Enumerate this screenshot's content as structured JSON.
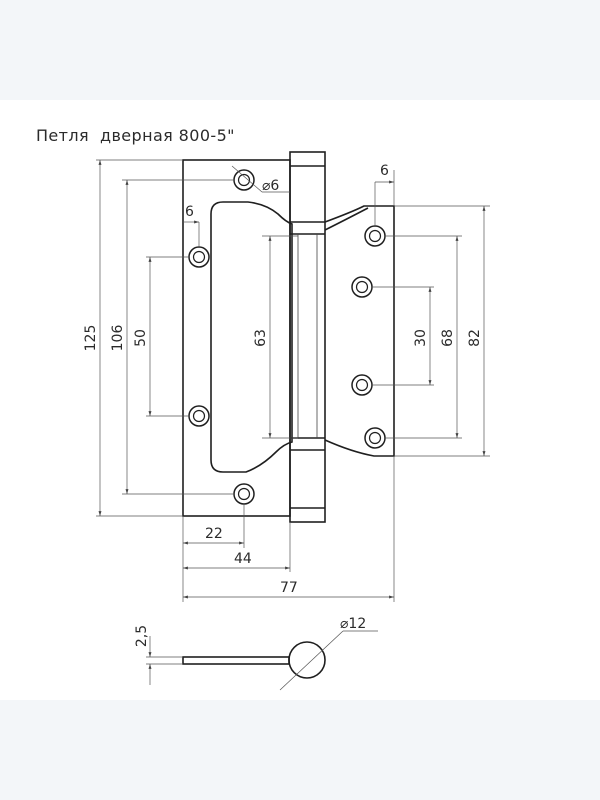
{
  "title": "Петля  дверная 800-5\"",
  "dimensions": {
    "total_height": "125",
    "outer_holes_span": "106",
    "inner_holes_span": "50",
    "edge_offset_left": "6",
    "hole_diameter": "⌀6",
    "leaf_cutout_height": "63",
    "right_small_span": "30",
    "right_mid_span": "68",
    "right_total_span": "82",
    "edge_offset_right": "6",
    "width_to_hole": "22",
    "leaf_width": "44",
    "total_width": "77",
    "thickness": "2,5",
    "knuckle_diameter": "⌀12"
  }
}
